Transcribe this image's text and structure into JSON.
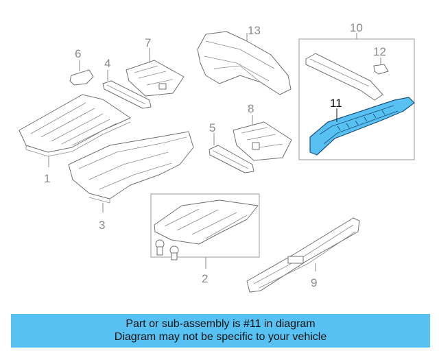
{
  "diagram": {
    "callouts": [
      "1",
      "2",
      "3",
      "4",
      "5",
      "6",
      "7",
      "8",
      "9",
      "10",
      "11",
      "12",
      "13"
    ],
    "highlighted_callout": "11",
    "highlight_color": "#56c1f2"
  },
  "banner": {
    "line1": "Part or sub-assembly is #11 in diagram",
    "line2": "Diagram may not be specific to your vehicle",
    "background": "#56c1f2"
  }
}
